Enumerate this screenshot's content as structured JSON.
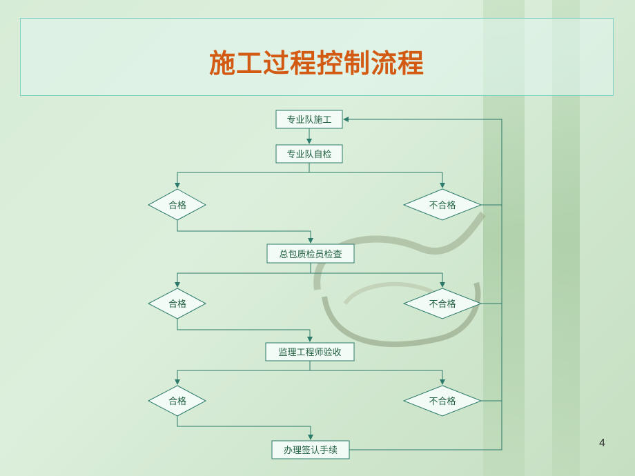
{
  "title": "施工过程控制流程",
  "page_number": "4",
  "colors": {
    "title": "#d35a12",
    "line": "#2b7a6a",
    "box_fill": "#f2fbf6"
  },
  "steps": [
    {
      "id": "s1",
      "label": "专业队施工"
    },
    {
      "id": "s2",
      "label": "专业队自检"
    },
    {
      "id": "s3",
      "label": "总包质检员检查"
    },
    {
      "id": "s4",
      "label": "监理工程师验收"
    },
    {
      "id": "s5",
      "label": "办理签认手续"
    }
  ],
  "decisions": [
    {
      "pass_label": "合格",
      "fail_label": "不合格"
    },
    {
      "pass_label": "合格",
      "fail_label": "不合格"
    },
    {
      "pass_label": "合格",
      "fail_label": "不合格"
    }
  ]
}
